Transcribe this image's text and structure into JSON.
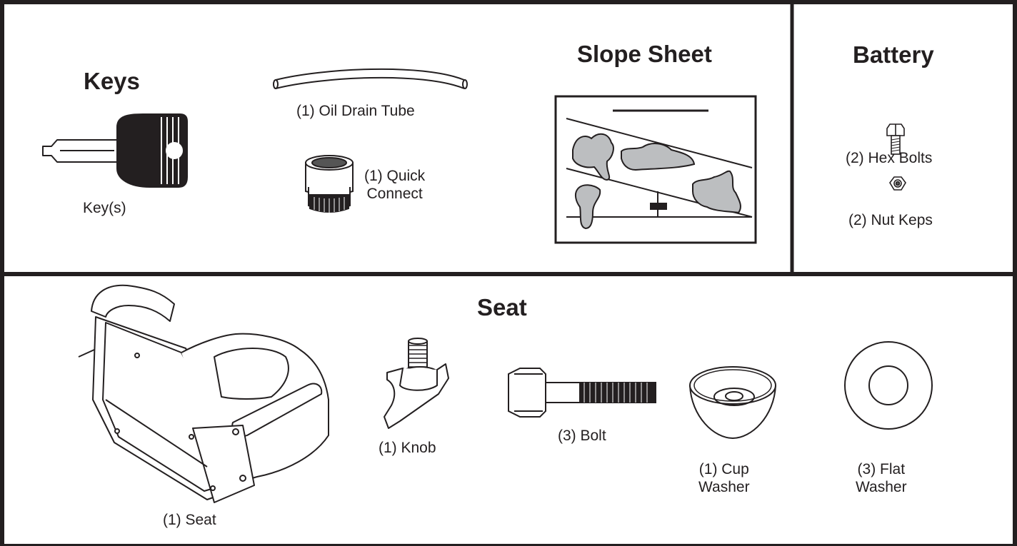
{
  "sections": {
    "keys": {
      "title": "Keys",
      "items": {
        "keys": "Key(s)"
      }
    },
    "misc": {
      "items": {
        "tube": "(1) Oil Drain Tube",
        "quick_connect": "(1) Quick\nConnect"
      }
    },
    "slope": {
      "title": "Slope Sheet"
    },
    "battery": {
      "title": "Battery",
      "items": {
        "hex_bolts": "(2) Hex Bolts",
        "nut_keps": "(2) Nut Keps"
      }
    },
    "seat": {
      "title": "Seat",
      "items": {
        "seat": "(1) Seat",
        "knob": "(1) Knob",
        "bolt": "(3) Bolt",
        "cup_washer": "(1) Cup\nWasher",
        "flat_washer": "(3) Flat\nWasher"
      }
    }
  }
}
